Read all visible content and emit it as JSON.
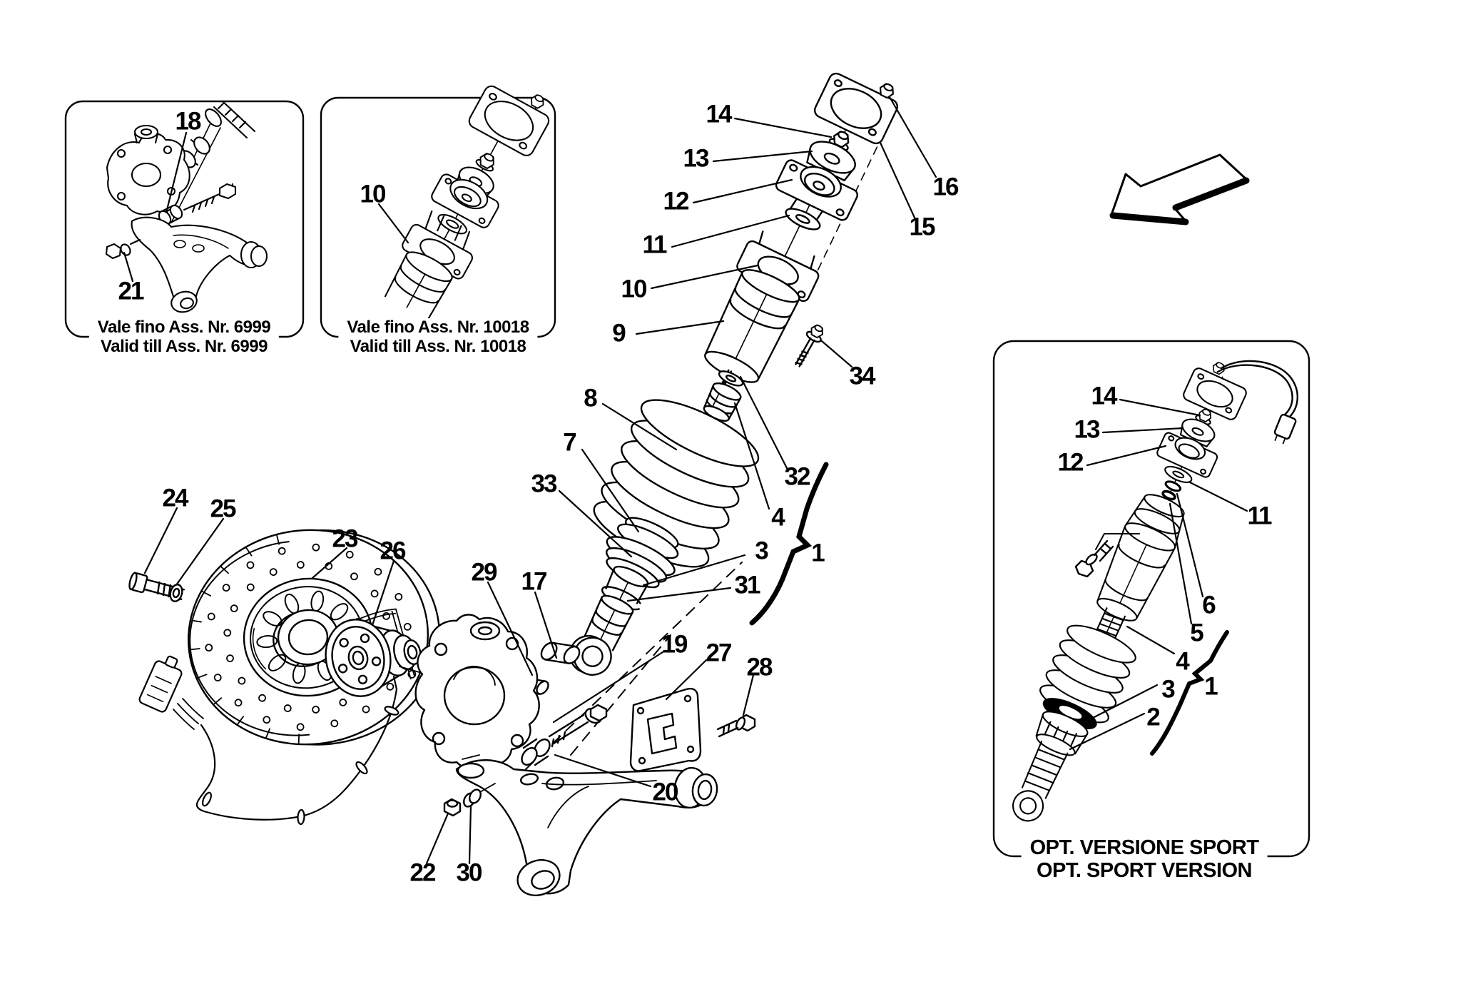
{
  "page": {
    "background_color": "#ffffff",
    "line_color": "#000000",
    "type": "exploded-parts-diagram"
  },
  "icons": {
    "direction_arrow": "arrow-pointing-down-left"
  },
  "boxes": {
    "valid6999": {
      "caption_line1": "Vale fino Ass. Nr. 6999",
      "caption_line2": "Valid till Ass. Nr. 6999",
      "callouts": {
        "c18": "18",
        "c21": "21"
      }
    },
    "valid10018": {
      "caption_line1": "Vale fino Ass. Nr. 10018",
      "caption_line2": "Valid till Ass. Nr. 10018",
      "callouts": {
        "c10": "10"
      }
    },
    "sport": {
      "caption_line1": "OPT. VERSIONE SPORT",
      "caption_line2": "OPT. SPORT VERSION",
      "callouts": {
        "c14": "14",
        "c13": "13",
        "c12": "12",
        "c11": "11",
        "c6": "6",
        "c5": "5",
        "c4": "4",
        "c3": "3",
        "c2": "2",
        "c1": "1"
      }
    }
  },
  "main": {
    "callouts": {
      "c14": "14",
      "c13": "13",
      "c12": "12",
      "c16": "16",
      "c15": "15",
      "c11": "11",
      "c10": "10",
      "c9": "9",
      "c34": "34",
      "c8": "8",
      "c7": "7",
      "c33": "33",
      "c32": "32",
      "c4": "4",
      "c3": "3",
      "c1": "1",
      "c31": "31",
      "c24": "24",
      "c25": "25",
      "c23": "23",
      "c26": "26",
      "c29": "29",
      "c17": "17",
      "c19": "19",
      "c27": "27",
      "c28": "28",
      "c20": "20",
      "c22": "22",
      "c30": "30"
    }
  }
}
